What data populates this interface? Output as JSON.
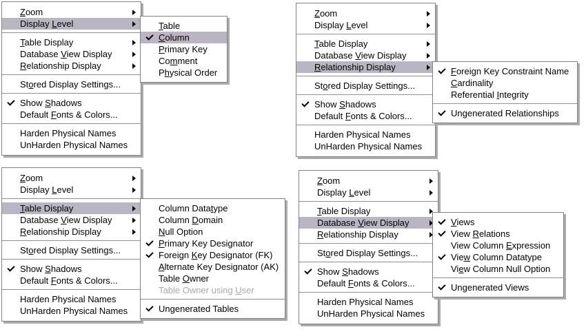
{
  "colors": {
    "menu_background": "#ffffff",
    "text": "#000000",
    "highlight": "#b9b5c2",
    "disabled_text": "#a8a8a8",
    "border": "#828082",
    "separator": "#8f8f8f",
    "shadow": "#ababab"
  },
  "main_menu_items": [
    {
      "id": "zoom",
      "label": "_Zoom",
      "arrow": true
    },
    {
      "id": "display-level",
      "label": "Display _Level",
      "arrow": true
    },
    {
      "sep": true
    },
    {
      "id": "table-display",
      "label": "_Table Display",
      "arrow": true
    },
    {
      "id": "database-view-display",
      "label": "Database _View Display",
      "arrow": true
    },
    {
      "id": "relationship-display",
      "label": "_Relationship Display",
      "arrow": true
    },
    {
      "sep": true
    },
    {
      "id": "stored-display-settings",
      "label": "St_ored Display Settings..."
    },
    {
      "sep": true
    },
    {
      "id": "show-shadows",
      "label": "Show _Shadows",
      "checked": true
    },
    {
      "id": "default-fonts-colors",
      "label": "Default _Fonts & Colors..."
    },
    {
      "sep": true
    },
    {
      "id": "harden-physical-names",
      "label": "Harden Physical Names"
    },
    {
      "id": "unharden-physical-names",
      "label": "UnHarden Physical Names"
    }
  ],
  "submenus": {
    "display_level": {
      "items": [
        {
          "id": "table",
          "label": "_Table"
        },
        {
          "id": "column",
          "label": "_Column",
          "checked": true
        },
        {
          "id": "primary-key",
          "label": "_Primary Key"
        },
        {
          "id": "comment",
          "label": "Co_mment"
        },
        {
          "id": "physical-order",
          "label": "P_hysical Order"
        }
      ]
    },
    "relationship_display": {
      "items": [
        {
          "id": "foreign-key-constraint-name",
          "label": "_Foreign Key Constraint Name",
          "checked": true
        },
        {
          "id": "cardinality",
          "label": "_Cardinality"
        },
        {
          "id": "referential-integrity",
          "label": "Referential _Integrity"
        },
        {
          "sep": true
        },
        {
          "id": "ungenerated-relationships",
          "label": "Un_generated Relationships",
          "checked": true
        }
      ]
    },
    "table_display": {
      "items": [
        {
          "id": "column-datatype",
          "label": "Column Data_type"
        },
        {
          "id": "column-domain",
          "label": "Column _Domain"
        },
        {
          "id": "null-option",
          "label": "_Null Option"
        },
        {
          "id": "primary-key-designator",
          "label": "_Primary Key Designator",
          "checked": true
        },
        {
          "id": "foreign-key-designator-fk",
          "label": "Foreign _Key Designator (FK)",
          "checked": true
        },
        {
          "id": "alternate-key-designator-ak",
          "label": "_Alternate Key Designator (AK)"
        },
        {
          "id": "table-owner",
          "label": "Table _Owner"
        },
        {
          "id": "table-owner-using-user",
          "label": "Table Owner using _User",
          "disabled": true
        },
        {
          "sep": true
        },
        {
          "id": "ungenerated-tables",
          "label": "Un_generated Tables",
          "checked": true
        }
      ]
    },
    "database_view_display": {
      "items": [
        {
          "id": "views",
          "label": "_Views",
          "checked": true
        },
        {
          "id": "view-relations",
          "label": "View _Relations",
          "checked": true
        },
        {
          "id": "view-column-expression",
          "label": "View Column _Expression"
        },
        {
          "id": "view-column-datatype",
          "label": "Vie_w Column Datatype",
          "checked": true
        },
        {
          "id": "view-column-null-option",
          "label": "Vi_ew Column Null Option"
        },
        {
          "sep": true
        },
        {
          "id": "ungenerated-views",
          "label": "Un_generated Views",
          "checked": true
        }
      ]
    }
  }
}
